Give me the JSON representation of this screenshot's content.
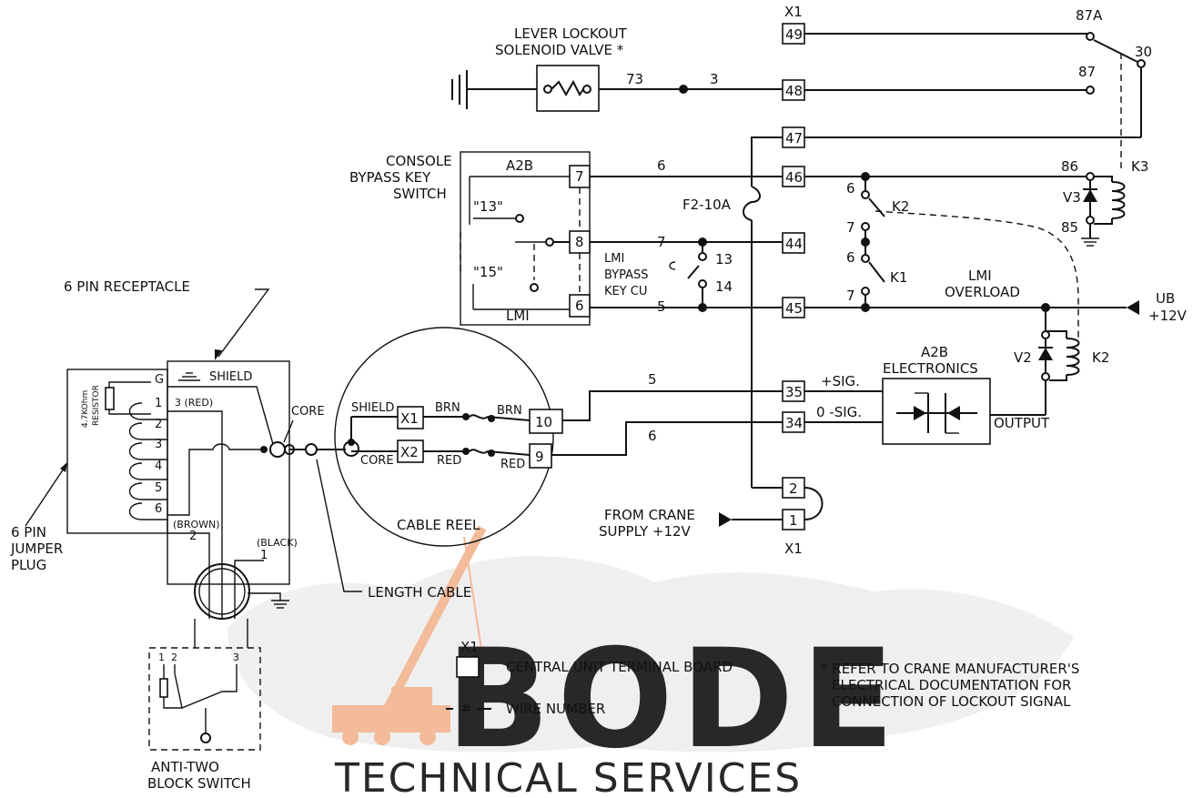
{
  "labels": {
    "lever_lockout": "LEVER LOCKOUT",
    "solenoid_valve": "SOLENOID VALVE *",
    "console": "CONSOLE",
    "bypass_key": "BYPASS KEY",
    "switch": "SWITCH",
    "a2b": "A2B",
    "lmi": "LMI",
    "q13": "\"13\"",
    "q15": "\"15\"",
    "lmi_bypass_1": "LMI",
    "lmi_bypass_2": "BYPASS",
    "lmi_bypass_3": "KEY CU",
    "fuse": "F2-10A",
    "x1_top": "X1",
    "x1_bottom": "X1",
    "relay_87a": "87A",
    "relay_30": "30",
    "relay_87": "87",
    "relay_86": "86",
    "relay_85": "85",
    "k3": "K3",
    "v3": "V3",
    "k2_top": "K2",
    "k1": "K1",
    "lmi_overload_1": "LMI",
    "lmi_overload_2": "OVERLOAD",
    "ub": "UB",
    "ub_v": "+12V",
    "v2": "V2",
    "k2_right": "K2",
    "a2b_elec_1": "A2B",
    "a2b_elec_2": "ELECTRONICS",
    "plus_sig": "+SIG.",
    "minus_sig": "0 -SIG.",
    "output": "OUTPUT",
    "from_crane_1": "FROM CRANE",
    "from_crane_2": "SUPPLY +12V",
    "six_pin_receptacle": "6 PIN RECEPTACLE",
    "six_pin_jumper_1": "6 PIN",
    "six_pin_jumper_2": "JUMPER",
    "six_pin_jumper_3": "PLUG",
    "resistor_1": "4.7KOhm",
    "resistor_2": "RESISTOR",
    "shield": "SHIELD",
    "core": "CORE",
    "red3": "3 (RED)",
    "brown": "(BROWN)",
    "black": "(BLACK)",
    "cable_reel": "CABLE REEL",
    "length_cable": "LENGTH CABLE",
    "reel_shield": "SHIELD",
    "reel_core": "CORE",
    "reel_x1": "X1",
    "reel_x2": "X2",
    "brn_a": "BRN",
    "brn_b": "BRN",
    "red_a": "RED",
    "red_b": "RED",
    "anti_two_1": "ANTI-TWO",
    "anti_two_2": "BLOCK SWITCH",
    "legend_x1": "X1",
    "legend_terminal": "CENTRAL UNIT TERMINAL BOARD",
    "legend_wire_sym": "#",
    "legend_wire": "WIRE NUMBER",
    "note_1": "* REFER TO CRANE MANUFACTURER'S",
    "note_2": "ELECTRICAL DOCUMENTATION FOR",
    "note_3": "CONNECTION OF LOCKOUT SIGNAL"
  },
  "terminals": {
    "t49": "49",
    "t48": "48",
    "t47": "47",
    "t46": "46",
    "t44": "44",
    "t45": "45",
    "t35": "35",
    "t34": "34",
    "t2": "2",
    "t1": "1",
    "k7": "7",
    "k8": "8",
    "k6": "6",
    "r10": "10",
    "r9": "9"
  },
  "wire_numbers": {
    "w73": "73",
    "w3": "3",
    "w6a": "6",
    "w7": "7",
    "w5a": "5",
    "w13": "13",
    "w14": "14",
    "c6a": "6",
    "c7a": "7",
    "c6b": "6",
    "c7b": "7",
    "w5b": "5",
    "w6b": "6"
  },
  "plug_pins": {
    "g": "G",
    "p1": "1",
    "p2": "2",
    "p3": "3",
    "p4": "4",
    "p5": "5",
    "p6": "6",
    "s1": "1",
    "s2": "2",
    "s3": "3",
    "b1": "1",
    "b2": "2"
  },
  "watermark": {
    "brand": "BODE",
    "sub": "TECHNICAL SERVICES",
    "brand_color": "#c9c9c9",
    "crane_color": "#f2b48e"
  }
}
